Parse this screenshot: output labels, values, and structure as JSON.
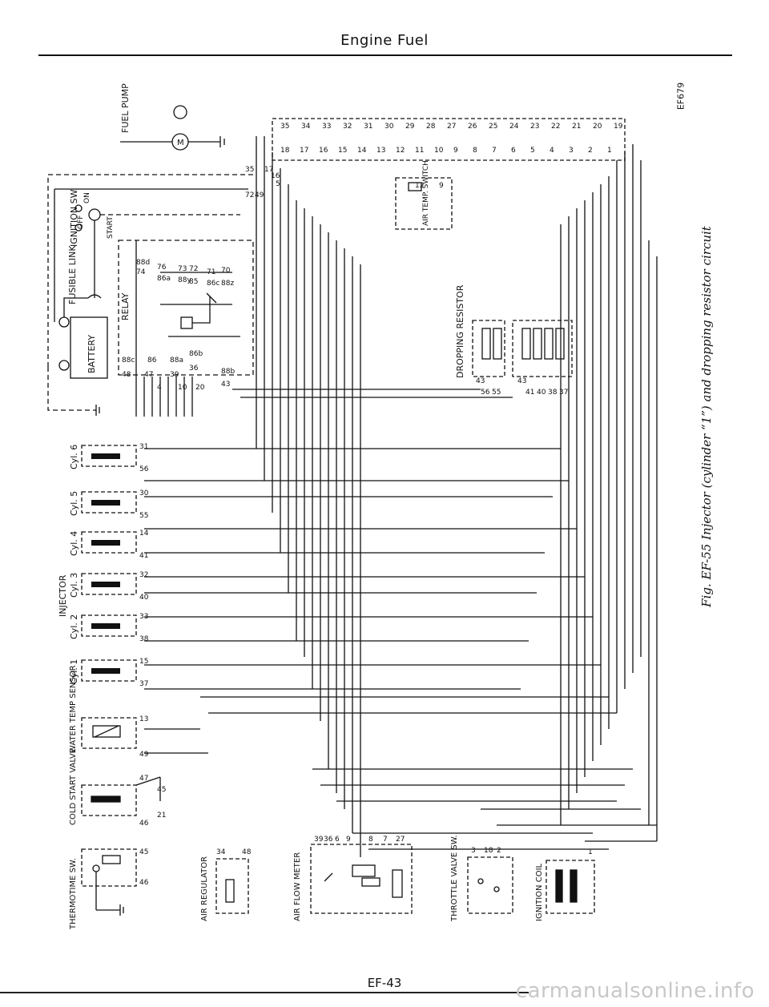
{
  "header": {
    "title": "Engine Fuel"
  },
  "footer": {
    "page": "EF-43"
  },
  "figure": {
    "code": "EF679",
    "caption": "Fig. EF-55 Injector (cylinder “1”) and dropping resistor circuit"
  },
  "watermark": "carmanualsonline.info",
  "components": {
    "fuel_pump": "FUEL PUMP",
    "motor_symbol": "M",
    "ignition_sw": "IGNITION SW.",
    "ign_on": "ON",
    "ign_off": "OFF",
    "ign_start": "START",
    "fusible_link": "FUSIBLE LINK",
    "battery": "BATTERY",
    "relay": "RELAY",
    "air_temp_switch": "AIR TEMP. SWITCH",
    "dropping_resistor": "DROPPING RESISTOR",
    "injector": "INJECTOR",
    "cyl6": "Cyl. 6",
    "cyl5": "Cyl. 5",
    "cyl4": "Cyl. 4",
    "cyl3": "Cyl. 3",
    "cyl2": "Cyl. 2",
    "cyl1": "Cyl. 1",
    "water_temp_sensor": "WATER TEMP SENSOR",
    "cold_start_valve": "COLD START VALVE",
    "thermotime_sw": "THERMOTIME SW.",
    "air_regulator": "AIR REGULATOR",
    "air_flow_meter": "AIR FLOW METER",
    "throttle_valve_sw": "THROTTLE VALVE SW.",
    "ignition_coil": "IGNITION COIL"
  },
  "pins": {
    "connector_top": [
      "35",
      "34",
      "33",
      "32",
      "31",
      "30",
      "29",
      "28",
      "27",
      "26",
      "25",
      "24",
      "23",
      "22",
      "21",
      "20",
      "19"
    ],
    "connector_bottom": [
      "18",
      "17",
      "16",
      "15",
      "14",
      "13",
      "12",
      "11",
      "10",
      "9",
      "8",
      "7",
      "6",
      "5",
      "4",
      "3",
      "2",
      "1"
    ],
    "relay_left": [
      "88c",
      "86",
      "88a",
      "39",
      "36",
      "86b"
    ],
    "relay_left_outer": [
      "48",
      "47",
      "4",
      "10",
      "20"
    ],
    "relay_right": [
      "88d",
      "74",
      "86a",
      "76",
      "88y",
      "73",
      "85",
      "72",
      "86c",
      "71",
      "88z",
      "70",
      "88b",
      "43"
    ],
    "harness_misc": [
      "72",
      "35",
      "49",
      "17",
      "16",
      "5",
      "12",
      "9"
    ],
    "dropping_resistor": [
      "43",
      "56",
      "55"
    ],
    "resistor_bank": [
      "43",
      "41",
      "40",
      "38",
      "37"
    ],
    "cyl6": [
      "31",
      "56"
    ],
    "cyl5": [
      "30",
      "55"
    ],
    "cyl4": [
      "14",
      "41"
    ],
    "cyl3": [
      "32",
      "40"
    ],
    "cyl2": [
      "33",
      "38"
    ],
    "cyl1": [
      "15",
      "37"
    ],
    "water_temp": [
      "13",
      "49"
    ],
    "cold_start": [
      "47",
      "45",
      "46",
      "21"
    ],
    "thermotime": [
      "45",
      "46"
    ],
    "air_regulator": [
      "34",
      "48"
    ],
    "air_flow_meter": [
      "39",
      "36",
      "6",
      "9",
      "8",
      "7",
      "27"
    ],
    "throttle": [
      "3",
      "18",
      "2"
    ],
    "ignition_coil": [
      "1"
    ]
  }
}
